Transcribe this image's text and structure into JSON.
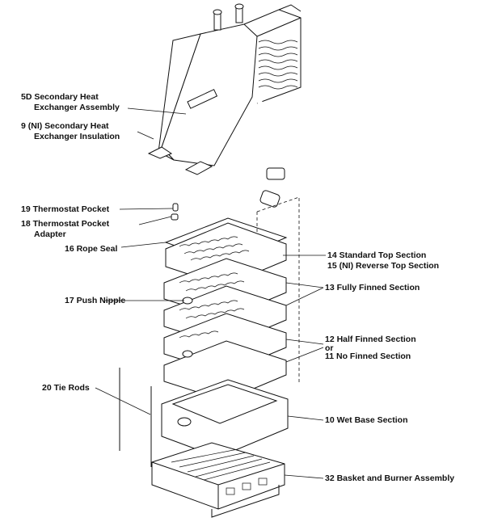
{
  "callouts": [
    {
      "id": "5d",
      "line1": "5D Secondary Heat",
      "line2": "Exchanger Assembly"
    },
    {
      "id": "9",
      "line1": "9 (NI) Secondary Heat",
      "line2": "Exchanger Insulation"
    },
    {
      "id": "19",
      "line1": "19 Thermostat Pocket",
      "line2": ""
    },
    {
      "id": "18",
      "line1": "18 Thermostat Pocket",
      "line2": "Adapter"
    },
    {
      "id": "16",
      "line1": "16 Rope Seal",
      "line2": ""
    },
    {
      "id": "14",
      "line1": "14  Standard Top Section",
      "line2": ""
    },
    {
      "id": "15",
      "line1": "15 (NI) Reverse Top Section",
      "line2": ""
    },
    {
      "id": "13",
      "line1": "13 Fully Finned Section",
      "line2": ""
    },
    {
      "id": "17",
      "line1": "17 Push Nipple",
      "line2": ""
    },
    {
      "id": "12",
      "line1": "12  Half Finned Section",
      "line2": ""
    },
    {
      "id": "or",
      "line1": "or",
      "line2": ""
    },
    {
      "id": "11",
      "line1": "11  No Finned Section",
      "line2": ""
    },
    {
      "id": "20",
      "line1": "20 Tie Rods",
      "line2": ""
    },
    {
      "id": "10",
      "line1": "10 Wet Base Section",
      "line2": ""
    },
    {
      "id": "32",
      "line1": "32 Basket and Burner Assembly",
      "line2": ""
    }
  ]
}
